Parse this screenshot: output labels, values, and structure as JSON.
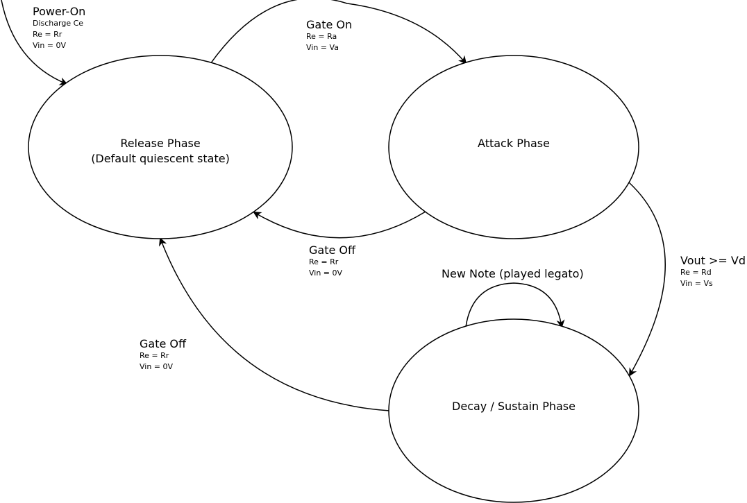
{
  "states": {
    "release": {
      "line1": "Release Phase",
      "line2": "(Default quiescent state)"
    },
    "attack": {
      "line1": "Attack Phase"
    },
    "decay": {
      "line1": "Decay / Sustain Phase"
    }
  },
  "transitions": {
    "power_on": {
      "title": "Power-On",
      "lines": [
        "Discharge Ce",
        "Re = Rr",
        "Vin = 0V"
      ]
    },
    "gate_on": {
      "title": "Gate On",
      "lines": [
        "Re = Ra",
        "Vin = Va"
      ]
    },
    "gate_off_attack": {
      "title": "Gate Off",
      "lines": [
        "Re = Rr",
        "Vin = 0V"
      ]
    },
    "vout_vd": {
      "title": "Vout >= Vd",
      "lines": [
        "Re = Rd",
        "Vin = Vs"
      ]
    },
    "new_note": {
      "title": "New Note (played legato)"
    },
    "gate_off_decay": {
      "title": "Gate Off",
      "lines": [
        "Re = Rr",
        "Vin = 0V"
      ]
    }
  },
  "colors": {
    "stroke": "#000000",
    "fill": "#ffffff"
  }
}
